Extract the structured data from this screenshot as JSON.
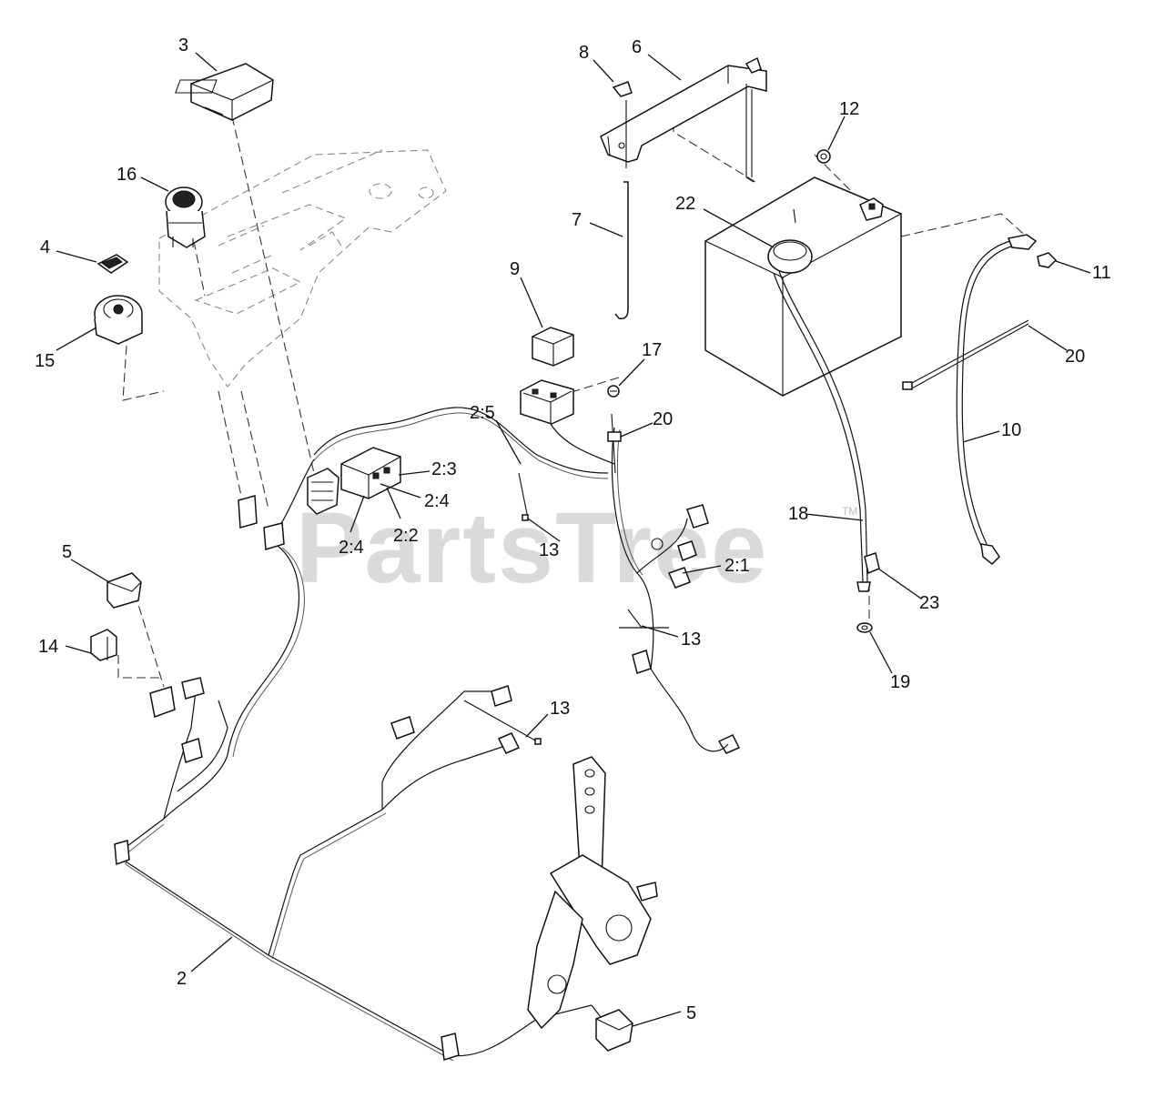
{
  "watermark": {
    "text": "PartsTree",
    "trademark": "TM"
  },
  "callouts": [
    {
      "id": "c3",
      "label": "3"
    },
    {
      "id": "c8",
      "label": "8"
    },
    {
      "id": "c6",
      "label": "6"
    },
    {
      "id": "c12",
      "label": "12"
    },
    {
      "id": "c16",
      "label": "16"
    },
    {
      "id": "c22",
      "label": "22"
    },
    {
      "id": "c7",
      "label": "7"
    },
    {
      "id": "c4",
      "label": "4"
    },
    {
      "id": "c11",
      "label": "11"
    },
    {
      "id": "c9",
      "label": "9"
    },
    {
      "id": "c15",
      "label": "15"
    },
    {
      "id": "c17",
      "label": "17"
    },
    {
      "id": "c20a",
      "label": "20"
    },
    {
      "id": "c20b",
      "label": "20"
    },
    {
      "id": "c2_5",
      "label": "2:5"
    },
    {
      "id": "c10",
      "label": "10"
    },
    {
      "id": "c2_3",
      "label": "2:3"
    },
    {
      "id": "c2_4a",
      "label": "2:4"
    },
    {
      "id": "c18",
      "label": "18"
    },
    {
      "id": "c5a",
      "label": "5"
    },
    {
      "id": "c2_4b",
      "label": "2:4"
    },
    {
      "id": "c2_2",
      "label": "2:2"
    },
    {
      "id": "c13a",
      "label": "13"
    },
    {
      "id": "c2_1",
      "label": "2:1"
    },
    {
      "id": "c23",
      "label": "23"
    },
    {
      "id": "c14",
      "label": "14"
    },
    {
      "id": "c13b",
      "label": "13"
    },
    {
      "id": "c19",
      "label": "19"
    },
    {
      "id": "c13c",
      "label": "13"
    },
    {
      "id": "c2",
      "label": "2"
    },
    {
      "id": "c5b",
      "label": "5"
    }
  ]
}
